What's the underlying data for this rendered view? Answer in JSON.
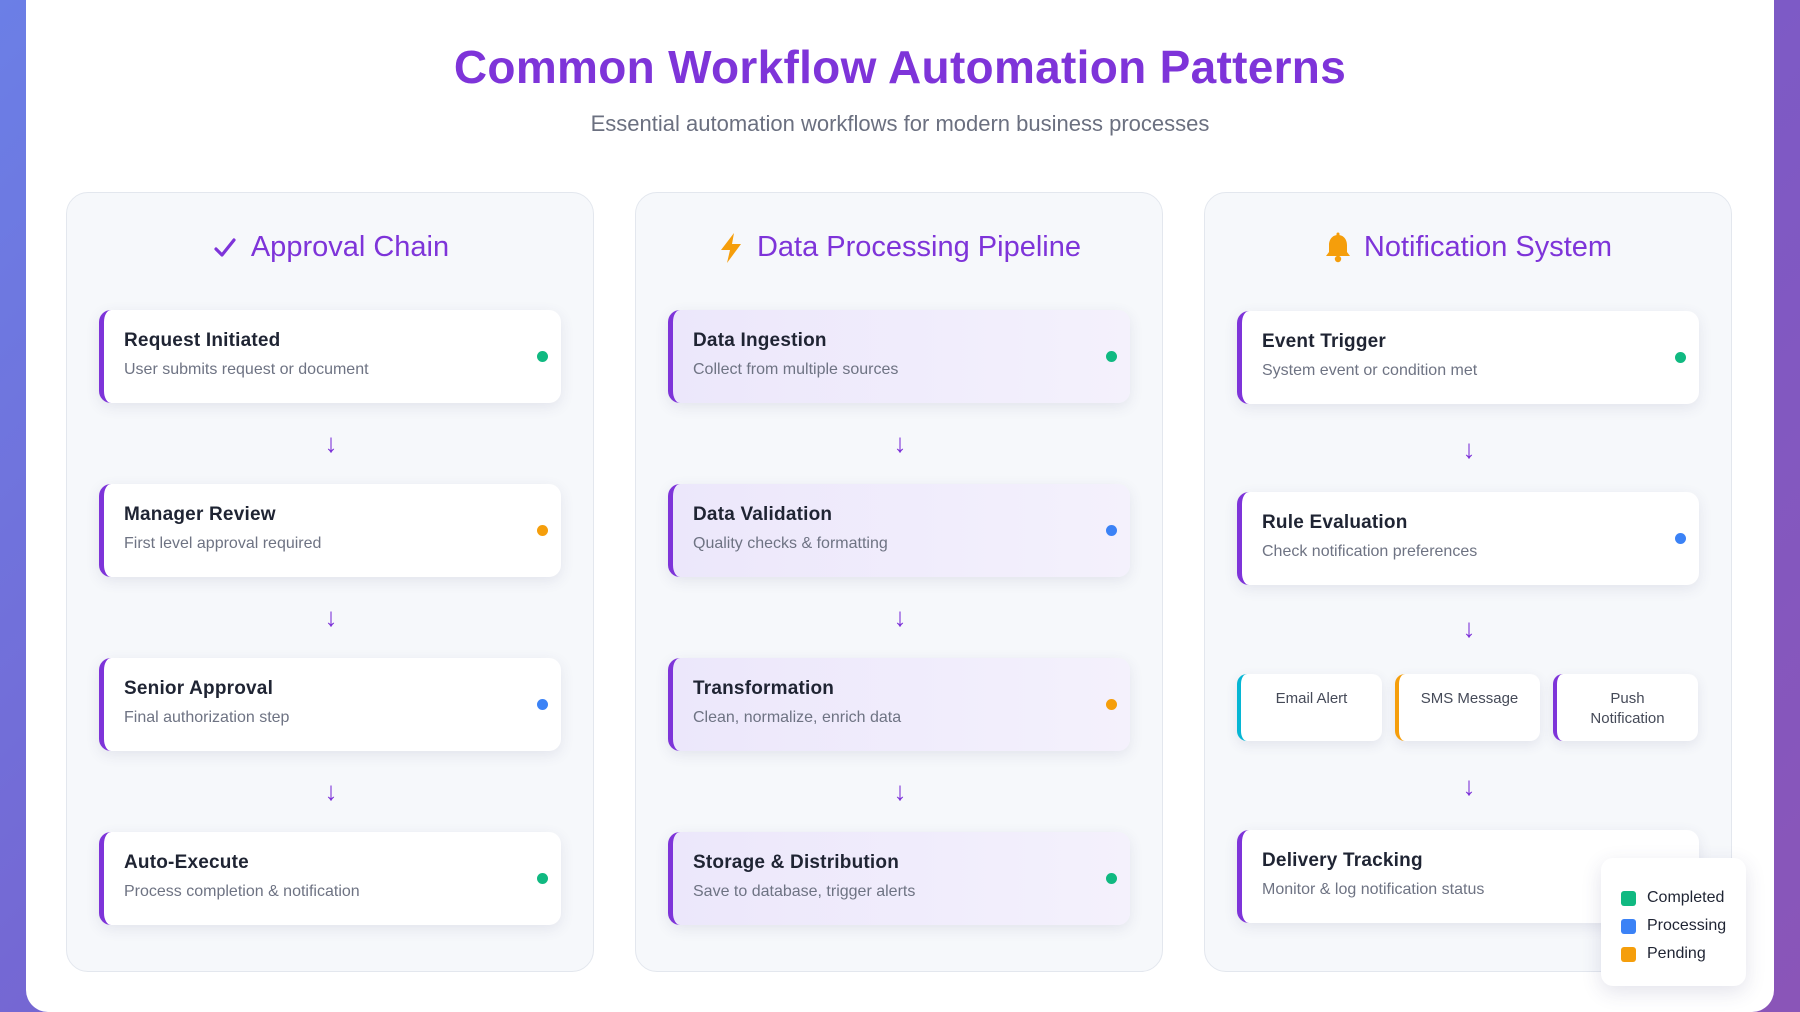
{
  "header": {
    "title": "Common Workflow Automation Patterns",
    "subtitle": "Essential automation workflows for modern business processes"
  },
  "colors": {
    "accent": "#7e34d9",
    "completed": "#10b981",
    "processing": "#3b82f6",
    "pending": "#f59e0b",
    "email": "#06b6d4"
  },
  "columns": [
    {
      "icon": "check-icon",
      "title": "Approval Chain",
      "steps": [
        {
          "title": "Request Initiated",
          "desc": "User submits request or document",
          "status": "completed"
        },
        {
          "title": "Manager Review",
          "desc": "First level approval required",
          "status": "pending"
        },
        {
          "title": "Senior Approval",
          "desc": "Final authorization step",
          "status": "processing"
        },
        {
          "title": "Auto-Execute",
          "desc": "Process completion & notification",
          "status": "completed"
        }
      ]
    },
    {
      "icon": "lightning-icon",
      "title": "Data Processing Pipeline",
      "steps": [
        {
          "title": "Data Ingestion",
          "desc": "Collect from multiple sources",
          "status": "completed"
        },
        {
          "title": "Data Validation",
          "desc": "Quality checks & formatting",
          "status": "processing"
        },
        {
          "title": "Transformation",
          "desc": "Clean, normalize, enrich data",
          "status": "pending"
        },
        {
          "title": "Storage & Distribution",
          "desc": "Save to database, trigger alerts",
          "status": "completed"
        }
      ]
    },
    {
      "icon": "bell-icon",
      "title": "Notification System",
      "steps": [
        {
          "title": "Event Trigger",
          "desc": "System event or condition met",
          "status": "completed"
        },
        {
          "title": "Rule Evaluation",
          "desc": "Check notification preferences",
          "status": "processing"
        },
        {
          "title": "Delivery Tracking",
          "desc": "Monitor & log notification status",
          "status": "completed"
        }
      ],
      "channels": [
        {
          "label": "Email Alert"
        },
        {
          "label": "SMS Message"
        },
        {
          "label": "Push Notification"
        }
      ]
    }
  ],
  "legend": [
    {
      "label": "Completed",
      "status": "completed"
    },
    {
      "label": "Processing",
      "status": "processing"
    },
    {
      "label": "Pending",
      "status": "pending"
    }
  ],
  "arrow_glyph": "↓"
}
